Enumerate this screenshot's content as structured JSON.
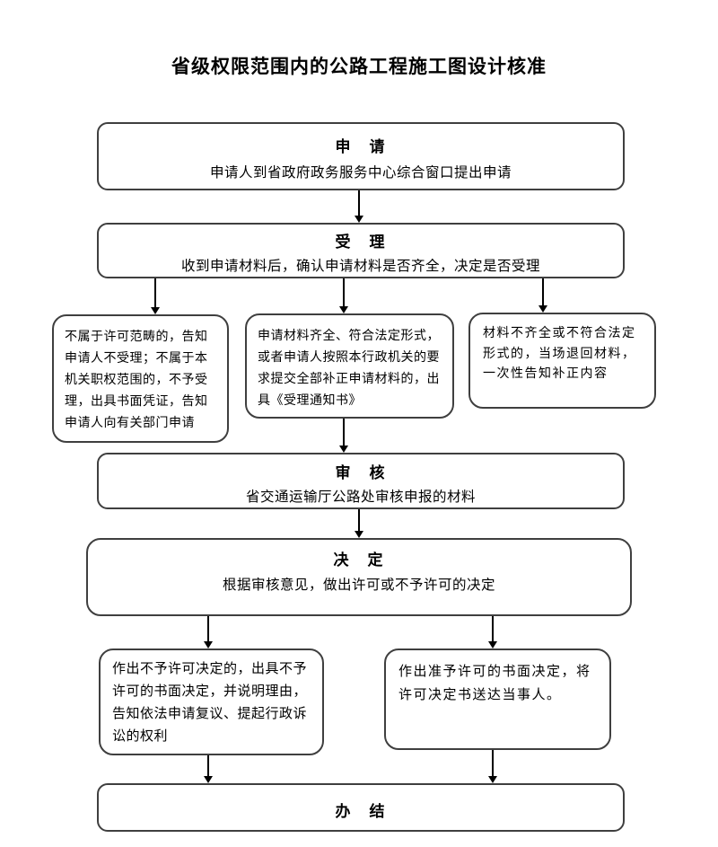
{
  "title": "省级权限范围内的公路工程施工图设计核准",
  "nodes": {
    "apply": {
      "heading": "申　请",
      "body": "申请人到省政府政务服务中心综合窗口提出申请"
    },
    "accept": {
      "heading": "受　理",
      "body": "收到申请材料后，确认申请材料是否齐全，决定是否受理"
    },
    "branch_left": {
      "body": "不属于许可范畴的，告知申请人不受理；不属于本机关职权范围的，不予受理，出具书面凭证，告知申请人向有关部门申请"
    },
    "branch_middle": {
      "body": "申请材料齐全、符合法定形式，或者申请人按照本行政机关的要求提交全部补正申请材料的，出具《受理通知书》"
    },
    "branch_right": {
      "body": "材料不齐全或不符合法定形式的，当场退回材料，一次性告知补正内容"
    },
    "review": {
      "heading": "审　核",
      "body": "省交通运输厅公路处审核申报的材料"
    },
    "decision": {
      "heading": "决　定",
      "body": "根据审核意见，做出许可或不予许可的决定"
    },
    "deny": {
      "body": "作出不予许可决定的，出具不予许可的书面决定，并说明理由，告知依法申请复议、提起行政诉讼的权利"
    },
    "grant": {
      "body": "作出准予许可的书面决定，将许可决定书送达当事人。"
    },
    "finish": {
      "heading": "办　结"
    }
  },
  "colors": {
    "border": "#3f3f3f",
    "text": "#000000",
    "background": "#ffffff"
  }
}
